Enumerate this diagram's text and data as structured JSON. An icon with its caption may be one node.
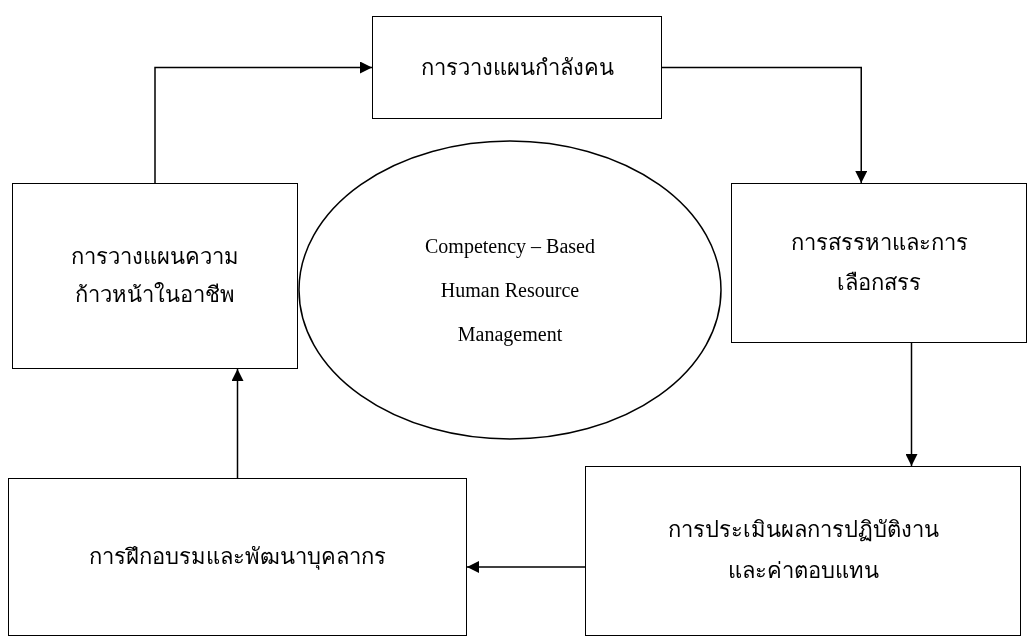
{
  "diagram": {
    "nodes": [
      {
        "text": [
          "การวางแผนกำลังคน"
        ]
      },
      {
        "text": [
          "การวางแผนความก้าวหน้าในอาชีพ"
        ]
      },
      {
        "text": [
          "Competency – Based Human Resource Management"
        ]
      },
      {
        "text": [
          "การสรรหาและการเลือกสรร"
        ]
      },
      {
        "text": [
          "การฝึกอบรมและพัฒนาบุคลากร"
        ]
      },
      {
        "text": [
          "การประเมินผลการปฏิบัติงานและค่าตอบแทน"
        ]
      }
    ],
    "edges": [
      {
        "from": 1,
        "to": 0,
        "arrow": "to"
      },
      {
        "from": 0,
        "to": 3,
        "arrow": "to"
      },
      {
        "from": 3,
        "to": 5,
        "arrow": "to"
      },
      {
        "from": 5,
        "to": 4,
        "arrow": "to"
      },
      {
        "from": 4,
        "to": 1,
        "arrow": "to"
      }
    ]
  }
}
